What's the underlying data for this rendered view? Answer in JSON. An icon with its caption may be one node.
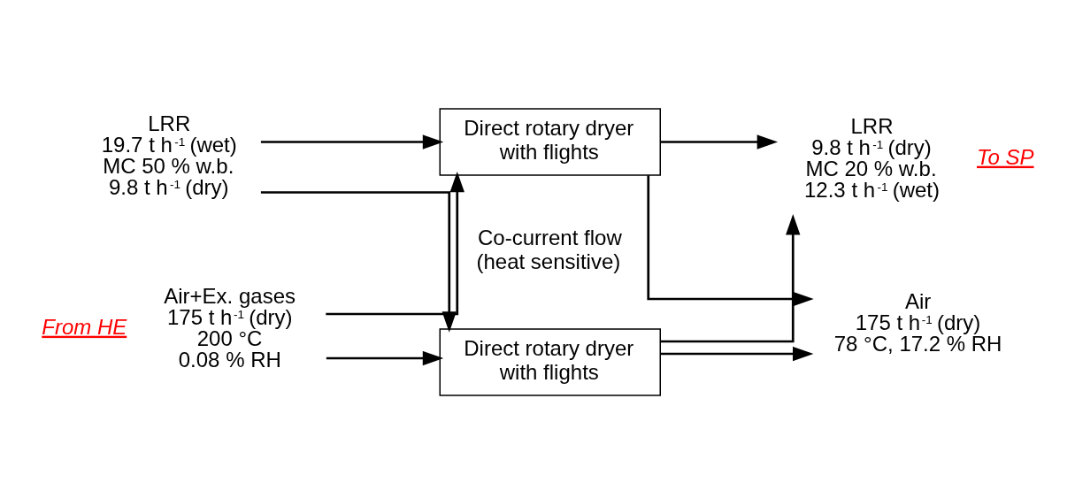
{
  "diagram": {
    "nodes": [
      {
        "text": [
          "LRR",
          "19.7 t h$^{-1}$ (wet)",
          "MC 50 % w.b.",
          "9.8 t h$^{-1}$ (dry)"
        ]
      },
      {
        "text": [
          "Air+Ex. gases",
          "175 t h$^{-1}$ (dry)",
          "200 °C",
          "0.08 % RH"
        ],
        "beside": [
          "From HE"
        ]
      },
      {
        "text": [
          "Direct rotary dryer with flights"
        ]
      },
      {
        "text": [
          "Direct rotary dryer with flights"
        ]
      },
      {
        "text": [
          "LRR",
          "9.8 t h$^{-1}$ (dry)",
          "MC 20 % w.b.",
          "12.3 t h$^{-1}$ (wet)"
        ],
        "beside": [
          "To SP"
        ]
      },
      {
        "text": [
          "Air",
          "175 t h$^{-1}$ (dry)",
          "78 °C, 17.2 % RH"
        ]
      }
    ],
    "edges": [
      {
        "from": 0,
        "to": 2,
        "arrow": "to"
      },
      {
        "from": 0,
        "to": 3,
        "arrow": "to"
      },
      {
        "from": 1,
        "to": 2,
        "arrow": "to"
      },
      {
        "from": 1,
        "to": 3,
        "arrow": "to"
      },
      {
        "from": 2,
        "to": 4,
        "arrow": "to"
      },
      {
        "from": 3,
        "to": 4,
        "arrow": "to"
      },
      {
        "from": 2,
        "to": 5,
        "arrow": "to"
      },
      {
        "from": 3,
        "to": 5,
        "arrow": "to"
      }
    ],
    "labels": [
      "Co-current flow (heat sensitive)"
    ]
  }
}
